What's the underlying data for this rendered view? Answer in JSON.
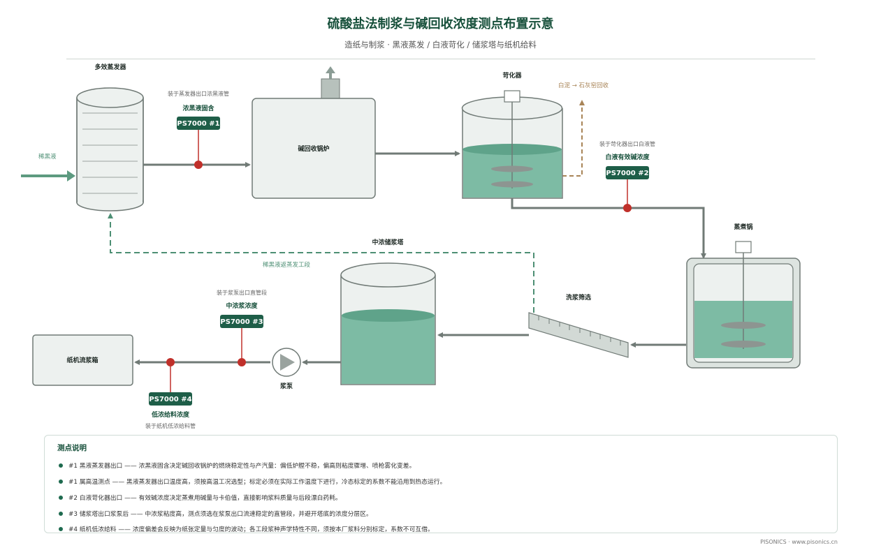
{
  "title": "硫酸盐法制浆与碱回收浓度测点布置示意",
  "subtitle": "造纸与制浆 · 黑液蒸发 / 白液苛化 / 储浆塔与纸机给料",
  "equipment": {
    "evaporator": "多效蒸发器",
    "recovery_boiler": "碱回收锅炉",
    "causticizer": "苛化器",
    "digester": "蒸煮锅",
    "storage_tower": "中浓储浆塔",
    "washer": "洗浆筛选",
    "pump": "浆泵",
    "headbox": "纸机流浆箱"
  },
  "flows": {
    "weak_black_liquor": "稀黑液",
    "return_line": "稀黑液返蒸发工段",
    "lime_mud": "白泥 → 石灰窑回收"
  },
  "points": [
    {
      "note": "装于蒸发器出口浓黑液管",
      "measure": "浓黑液固含",
      "tag": "PS7000 #1"
    },
    {
      "note": "装于苛化器出口白液管",
      "measure": "白液有效碱浓度",
      "tag": "PS7000 #2"
    },
    {
      "note": "装于浆泵出口直管段",
      "measure": "中浓浆浓度",
      "tag": "PS7000 #3"
    },
    {
      "note": "装于纸机低浓给料管",
      "measure": "低浓给料浓度",
      "tag": "PS7000 #4"
    }
  ],
  "legend": {
    "title": "测点说明",
    "items": [
      "#1 黑液蒸发器出口 —— 浓黑液固含决定碱回收锅炉的燃烧稳定性与产汽量：偏低炉膛不稳，偏高则粘度骤增、喷枪雾化变差。",
      "#1 属高温测点 —— 黑液蒸发器出口温度高，须按高温工况选型；标定必须在实际工作温度下进行，冷态标定的系数不能沿用到热态运行。",
      "#2 白液苛化器出口 —— 有效碱浓度决定蒸煮用碱量与卡伯值，直接影响浆料质量与后段漂白药耗。",
      "#3 储浆塔出口浆泵后 —— 中浓浆粘度高，测点须选在浆泵出口流速稳定的直管段，并避开塔底的浓度分层区。",
      "#4 纸机低浓给料 —— 浓度偏差会反映为纸张定量与匀度的波动；各工段浆种声学特性不同，须按本厂浆料分别标定，系数不可互借。"
    ]
  },
  "footer": "PISONICS · www.pisonics.cn",
  "colors": {
    "accent": "#1e5e48",
    "pipe": "#707a76",
    "liquid": "#7dbba4",
    "sensor": "#c0302a",
    "return": "#4d8f74",
    "mud": "#a88457"
  }
}
